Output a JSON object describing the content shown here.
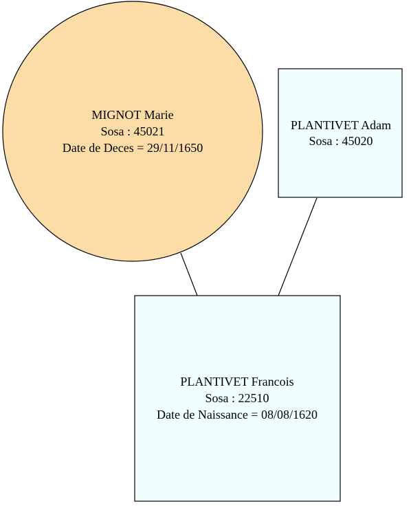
{
  "colors": {
    "female_fill": "#FCDDA8",
    "male_fill": "#EFFFFF",
    "stroke": "#000000",
    "text": "#000000",
    "background": "#FFFFFF"
  },
  "nodes": {
    "mother": {
      "shape": "ellipse",
      "name": "MIGNOT Marie",
      "sosa": "Sosa : 45021",
      "event": "Date de Deces = 29/11/1650"
    },
    "father": {
      "shape": "box",
      "name": "PLANTIVET Adam",
      "sosa": "Sosa : 45020",
      "event": ""
    },
    "child": {
      "shape": "box",
      "name": "PLANTIVET Francois",
      "sosa": "Sosa : 22510",
      "event": "Date de Naissance = 08/08/1620"
    }
  },
  "edges": [
    {
      "from": "mother",
      "to": "child"
    },
    {
      "from": "father",
      "to": "child"
    }
  ]
}
